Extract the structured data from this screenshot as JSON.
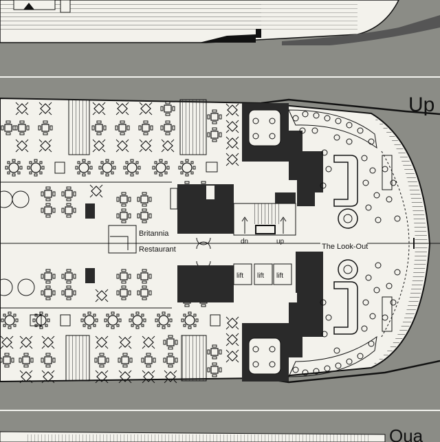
{
  "deck": {
    "title_fragment": "Up",
    "next_deck_fragment": "Qua"
  },
  "areas": {
    "restaurant_line1": "Britannia",
    "restaurant_line2": "Restaurant",
    "lounge": "The Look-Out",
    "stair_down": "dn",
    "stair_up": "up",
    "lift1": "lift",
    "lift2": "lift",
    "lift3": "lift"
  },
  "colors": {
    "sea": "#8b8c86",
    "paper": "#f3f2ec",
    "ink": "#141414",
    "dark_block": "#2a2a2a"
  }
}
